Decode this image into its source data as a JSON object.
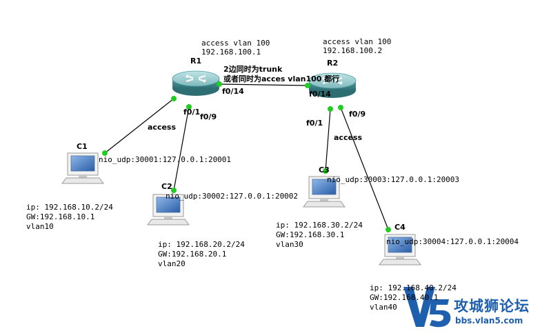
{
  "r1": {
    "name": "R1",
    "mode": "access vlan 100",
    "ip": "192.168.100.1",
    "ports": {
      "f014": "f0/14",
      "f01": "f0/1",
      "f09": "f0/9"
    }
  },
  "r2": {
    "name": "R2",
    "mode": "access vlan 100",
    "ip": "192.168.100.2",
    "ports": {
      "f014": "f0/14",
      "f01": "f0/1",
      "f09": "f0/9"
    }
  },
  "note": {
    "line1": "2边同时为trunk",
    "line2": "或者同时为acces vlan100 都行"
  },
  "links": {
    "access_left": "access",
    "access_right": "access"
  },
  "hosts": [
    {
      "name": "C1",
      "nio": "nio_udp:30001:127.0.0.1:20001",
      "ip": "ip: 192.168.10.2/24",
      "gw": "GW:192.168.10.1",
      "vlan": "vlan10"
    },
    {
      "name": "C2",
      "nio": "nio_udp:30002:127.0.0.1:20002",
      "ip": "ip: 192.168.20.2/24",
      "gw": "GW:192.168.20.1",
      "vlan": "vlan20"
    },
    {
      "name": "C3",
      "nio": "nio_udp:30003:127.0.0.1:20003",
      "ip": "ip: 192.168.30.2/24",
      "gw": "GW:192.168.30.1",
      "vlan": "vlan30"
    },
    {
      "name": "C4",
      "nio": "nio_udp:30004:127.0.0.1:20004",
      "ip": "ip: 192.168.40.2/24",
      "gw": "GW:192.168.40.1",
      "vlan": "vlan40"
    }
  ],
  "watermark": {
    "title": "攻城狮论坛",
    "url": "bbs.vlan5.com",
    "logo": "V5"
  },
  "colors": {
    "router": "#3f8f93",
    "router_top": "#9fd0d4",
    "link_dot": "#22cc22",
    "watermark": "#1e5fae"
  }
}
